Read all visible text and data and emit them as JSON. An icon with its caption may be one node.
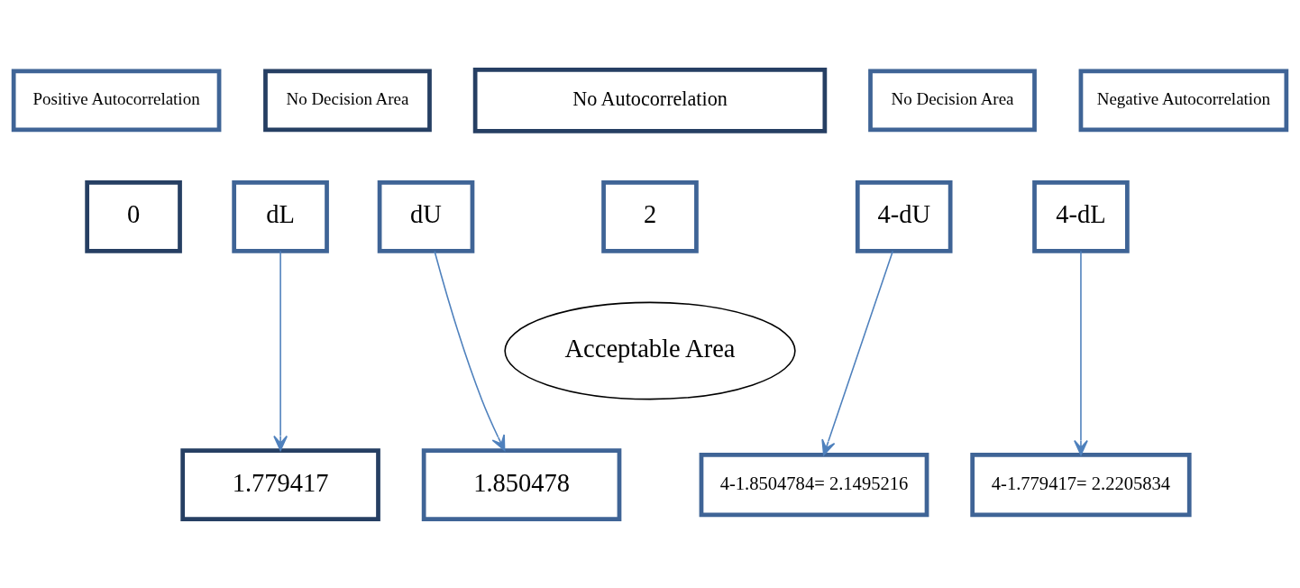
{
  "diagram": {
    "nodes": [
      {
        "text": [
          "Positive Autocorrelation"
        ]
      },
      {
        "text": [
          "No Decision Area"
        ]
      },
      {
        "text": [
          "No Autocorrelation"
        ]
      },
      {
        "text": [
          "No Decision Area"
        ]
      },
      {
        "text": [
          "Negative Autocorrelation"
        ]
      },
      {
        "text": [
          "0"
        ]
      },
      {
        "text": [
          "dL"
        ]
      },
      {
        "text": [
          "dU"
        ]
      },
      {
        "text": [
          "2"
        ]
      },
      {
        "text": [
          "4-dU"
        ]
      },
      {
        "text": [
          "4-dL"
        ]
      },
      {
        "text": [
          "Acceptable Area"
        ]
      },
      {
        "text": [
          "1.779417"
        ]
      },
      {
        "text": [
          "1.850478"
        ]
      },
      {
        "text": [
          "4-1.8504784= 2.1495216"
        ]
      },
      {
        "text": [
          "4-1.779417= 2.2205834"
        ]
      }
    ],
    "edges": [
      {
        "from": 6,
        "to": 12,
        "arrow": "to"
      },
      {
        "from": 7,
        "to": 13,
        "arrow": "to"
      },
      {
        "from": 9,
        "to": 14,
        "arrow": "to"
      },
      {
        "from": 10,
        "to": 15,
        "arrow": "to"
      }
    ]
  }
}
